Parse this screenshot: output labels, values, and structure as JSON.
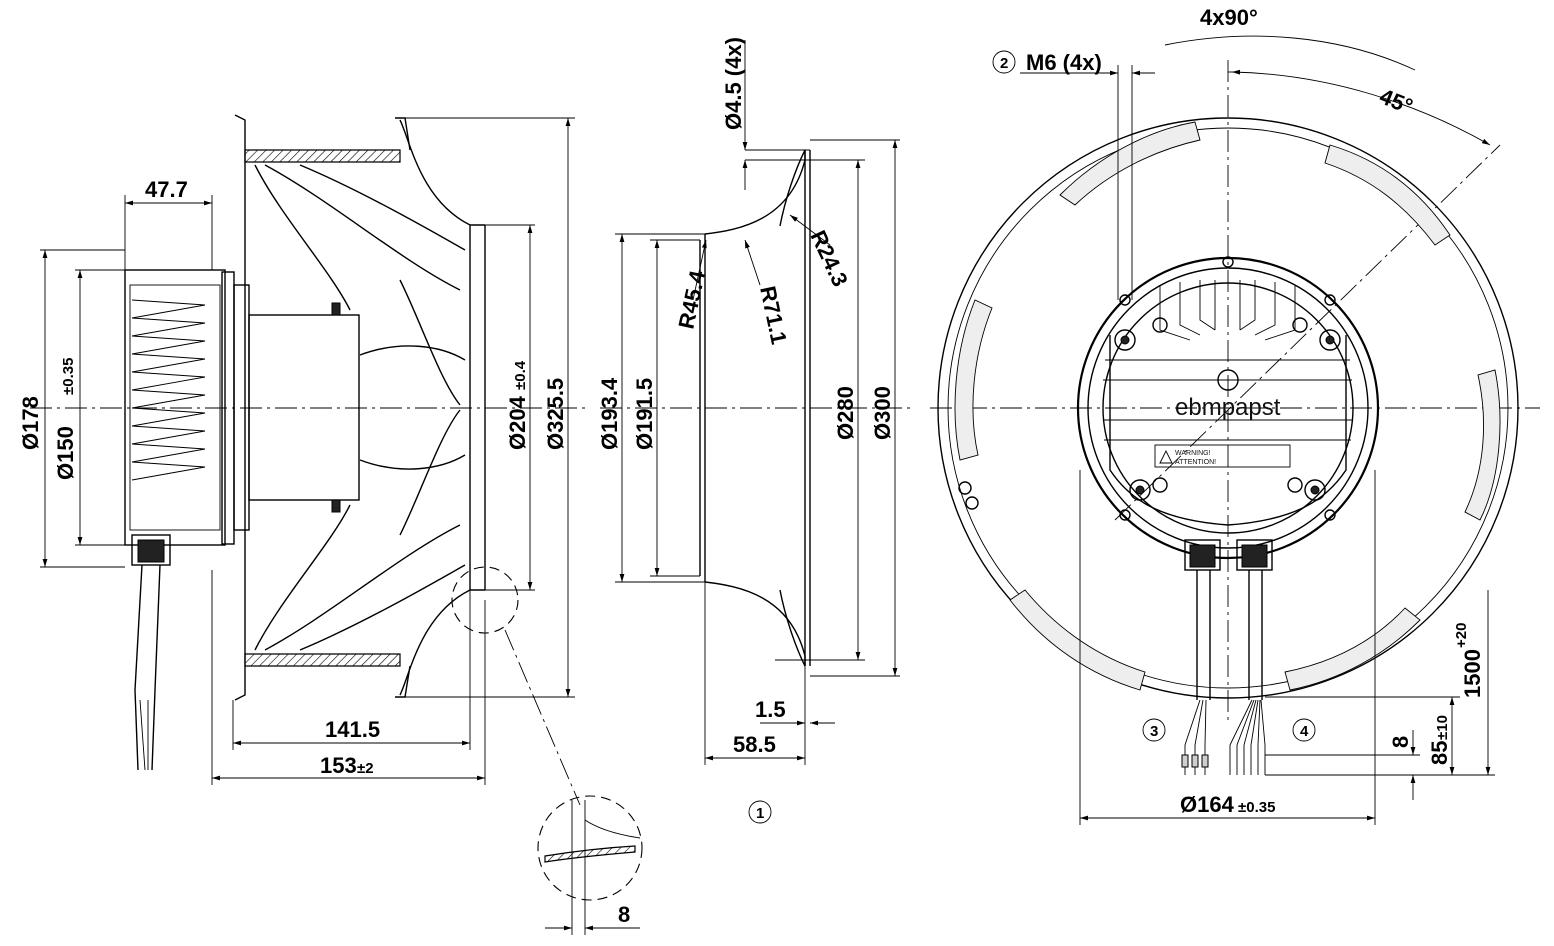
{
  "side_view": {
    "d_178": "Ø178",
    "d_150": "Ø150",
    "d_150_tol": "±0.35",
    "d_204": "Ø204",
    "d_204_tol": "±0.4",
    "d_325": "Ø325.5",
    "len_47": "47.7",
    "len_141": "141.5",
    "len_153": "153",
    "len_153_tol": "±2",
    "detail_8": "8"
  },
  "nozzle_view": {
    "d_45": "Ø4.5 (4x)",
    "r_24": "R24.3",
    "r_45": "R45.4",
    "r_71": "R71.1",
    "d_193": "Ø193.4",
    "d_191": "Ø191.5",
    "d_280": "Ø280",
    "d_300": "Ø300",
    "len_15": "1.5",
    "len_58": "58.5",
    "callout_1": "1"
  },
  "front_view": {
    "angle_4x90": "4x90°",
    "angle_45": "45°",
    "callout_2": "2",
    "thread": "M6 (4x)",
    "callout_3": "3",
    "callout_4": "4",
    "d_164": "Ø164",
    "d_164_tol": "±0.35",
    "len_8": "8",
    "len_85": "85",
    "len_85_tol": "±10",
    "len_1500": "1500",
    "len_1500_tol": "+20",
    "logo": "ebmpapst",
    "warning": "WARNING!",
    "attention": "ATTENTION!"
  }
}
